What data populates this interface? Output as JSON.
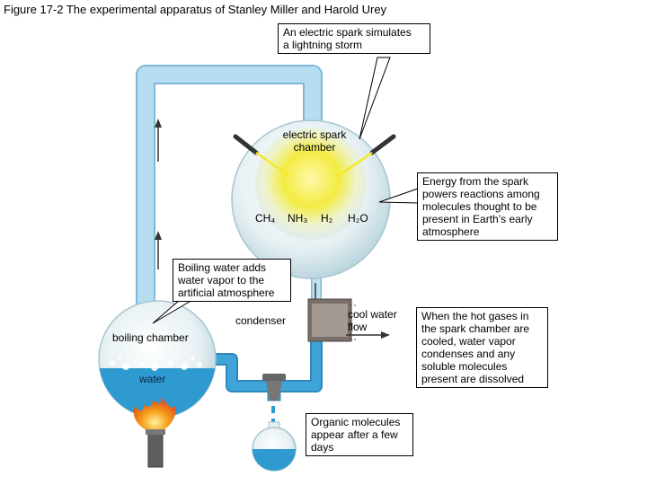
{
  "figure": {
    "caption": "Figure 17-2 The experimental apparatus of Stanley Miller and Harold Urey"
  },
  "labels": {
    "spark_chamber": "electric spark\nchamber",
    "ch4": "CH₄",
    "nh3": "NH₃",
    "h2": "H₂",
    "h2o": "H₂O",
    "condenser": "condenser",
    "cool_water_flow": "cool water\nflow",
    "boiling_chamber": "boiling chamber",
    "water": "water"
  },
  "callouts": {
    "spark": "An electric spark simulates\na lightning storm",
    "energy": "Energy from the spark\npowers reactions among\nmolecules thought to be\npresent in Earth’s early\natmosphere",
    "boiling": "Boiling water adds\nwater vapor to the\nartificial atmosphere",
    "hot_gases": "When the hot gases in\nthe spark chamber are\ncooled, water vapor\ncondenses and any\nsoluble molecules\npresent are dissolved",
    "organic": "Organic molecules\nappear after a few\ndays"
  },
  "colors": {
    "tube": "#a9d6ec",
    "tube_edge": "#7fb8d6",
    "water": "#2f9ad0",
    "chamber": "#e7f1f4",
    "spark_glow": "#f5ec30",
    "condenser_jacket": "#7a6f68",
    "flame": "#f39a1c"
  }
}
